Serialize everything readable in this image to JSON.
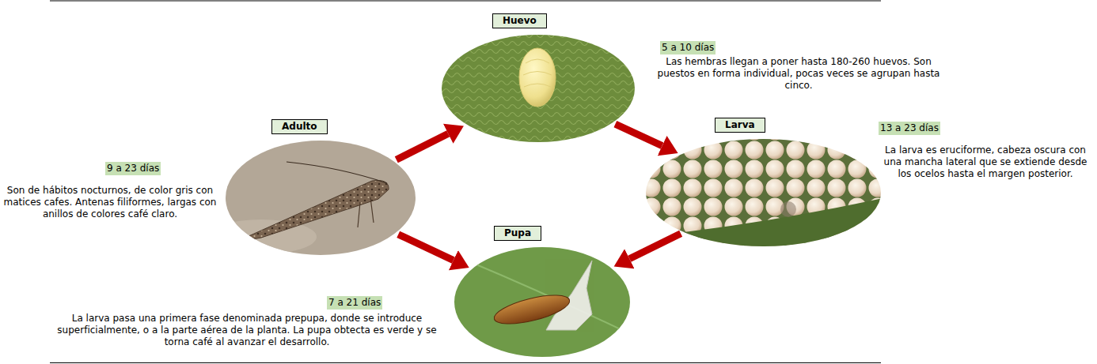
{
  "diagram": {
    "nodes": [
      {
        "text": [
          "Huevo"
        ]
      },
      {
        "text": [
          "Adulto"
        ]
      },
      {
        "text": [
          "Larva"
        ]
      },
      {
        "text": [
          "Pupa"
        ]
      }
    ],
    "edges": [
      {
        "from": 1,
        "to": 0,
        "arrow": "to"
      },
      {
        "from": 0,
        "to": 2,
        "arrow": "to"
      },
      {
        "from": 2,
        "to": 3,
        "arrow": "to"
      },
      {
        "from": 1,
        "to": 3,
        "arrow": "to"
      }
    ],
    "labels": [
      "5 a 10 días",
      "Las hembras llegan a poner hasta 180-260 huevos. Son puestos en forma individual, pocas veces se agrupan hasta cinco.",
      "9 a 23 días",
      "Son de hábitos nocturnos, de color gris con matices cafes. Antenas filiformes, largas con anillos de colores café claro.",
      "13 a 23 días",
      "La larva es eruciforme, cabeza oscura con una mancha lateral que se extiende desde los ocelos hasta el margen posterior.",
      "7 a 21 días",
      "La larva pasa una primera fase denominada prepupa, donde se introduce superficialmente, o a la parte aérea de la planta. La pupa obtecta es verde y se torna café al avanzar el desarrollo."
    ]
  }
}
